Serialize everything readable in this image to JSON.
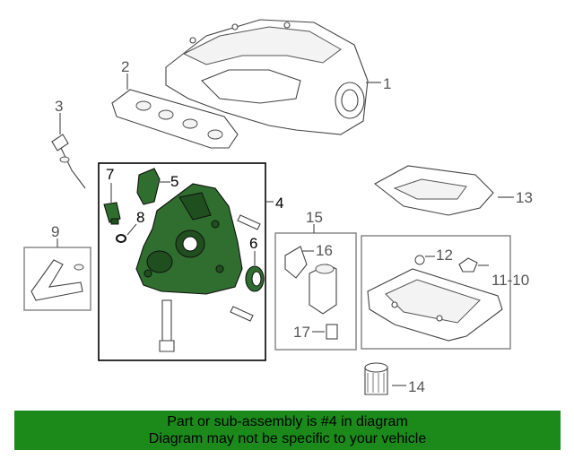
{
  "callouts": {
    "c1": "1",
    "c2": "2",
    "c3": "3",
    "c4": "4",
    "c5": "5",
    "c6": "6",
    "c7": "7",
    "c8": "8",
    "c9": "9",
    "c11_10": "11-10",
    "c12": "12",
    "c13": "13",
    "c14": "14",
    "c15": "15",
    "c16": "16",
    "c17": "17"
  },
  "banner": {
    "line1": "Part or sub-assembly is #4 in diagram",
    "line2": "Diagram may not be specific to your vehicle"
  },
  "colors": {
    "highlight": "#2f6e2f",
    "banner": "#1b8a1b"
  }
}
